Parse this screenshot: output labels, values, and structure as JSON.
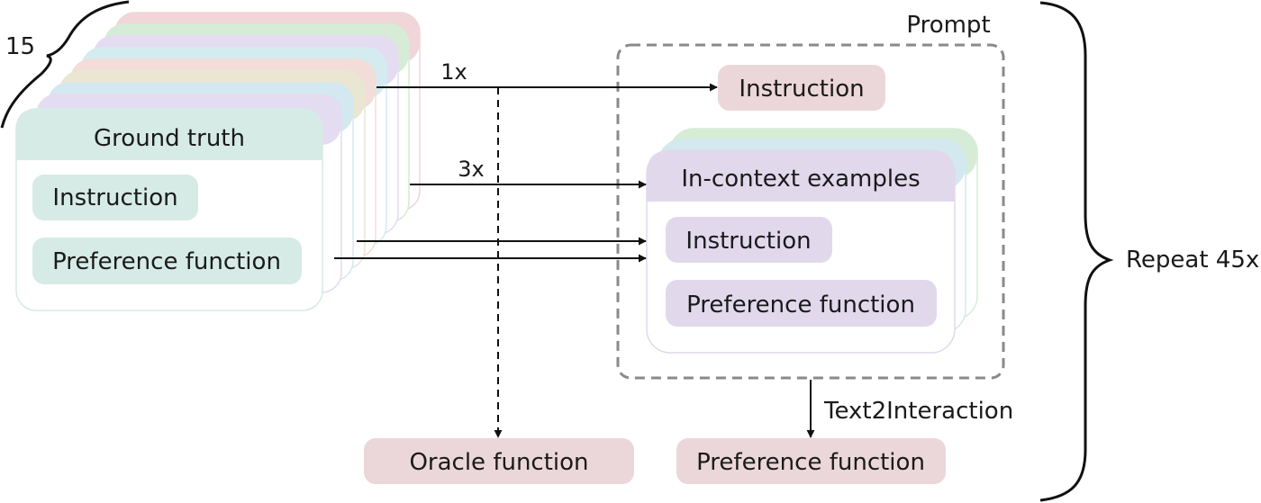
{
  "labels": {
    "stack_count": "15",
    "prompt": "Prompt",
    "one_x": "1x",
    "three_x": "3x",
    "text2interaction": "Text2Interaction",
    "repeat": "Repeat 45x"
  },
  "ground_truth": {
    "title": "Ground truth",
    "instruction": "Instruction",
    "preference_function": "Preference function"
  },
  "prompt_box": {
    "instruction": "Instruction",
    "in_context_title": "In-context examples",
    "ic_instruction": "Instruction",
    "ic_preference_function": "Preference function"
  },
  "outputs": {
    "oracle_function": "Oracle function",
    "preference_function": "Preference function"
  },
  "colors": {
    "teal_header": "#d6ebe5",
    "pink": "#ebd7d9",
    "purple": "#e2d8ec",
    "stack_layers": [
      "#f0d6d8",
      "#d6ecd6",
      "#e4dcf0",
      "#d4ebef",
      "#f3ddd8",
      "#e9e6d2",
      "#d4e8f0",
      "#e4dcf0"
    ],
    "ic_layers": [
      "#d6ecd6",
      "#d4e8f0"
    ]
  }
}
